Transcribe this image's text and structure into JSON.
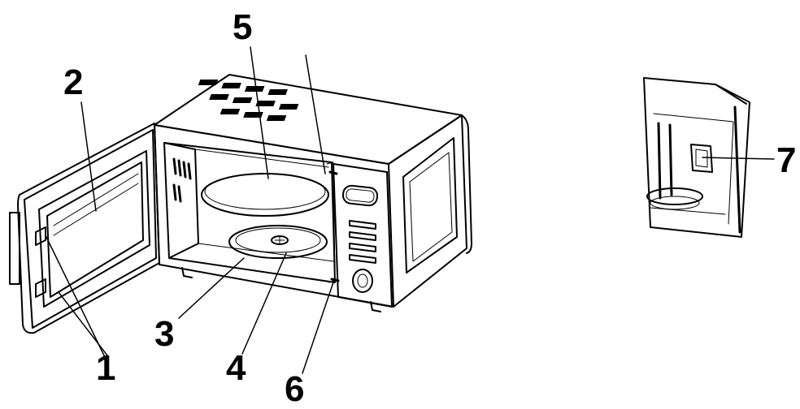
{
  "callouts": [
    {
      "number": "1"
    },
    {
      "number": "2"
    },
    {
      "number": "3"
    },
    {
      "number": "4"
    },
    {
      "number": "5"
    },
    {
      "number": "6"
    },
    {
      "number": "7"
    }
  ]
}
